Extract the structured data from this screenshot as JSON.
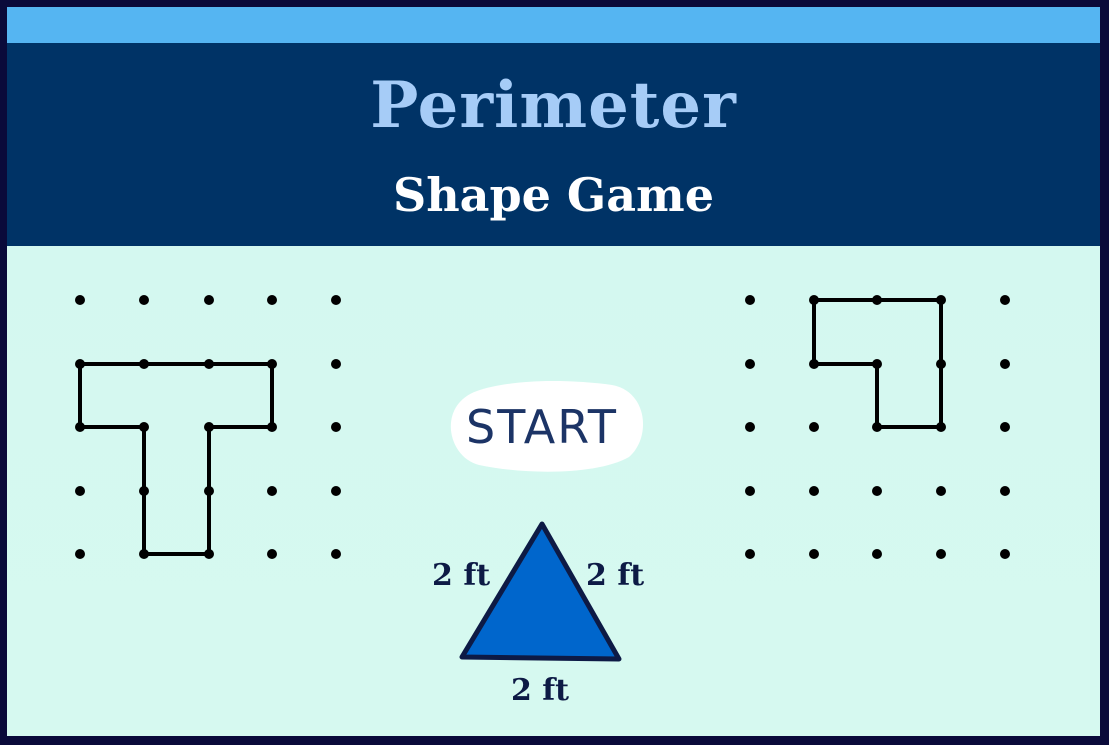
{
  "header": {
    "title": "Perimeter",
    "subtitle": "Shape Game"
  },
  "start_button": {
    "label": "START"
  },
  "triangle": {
    "left_side": "2 ft",
    "right_side": "2 ft",
    "bottom_side": "2 ft"
  },
  "colors": {
    "top_strip": "#55b5f2",
    "banner": "#003366",
    "title": "#a6ccf7",
    "triangle_fill": "#0066cc",
    "outline": "#0d1a45"
  }
}
